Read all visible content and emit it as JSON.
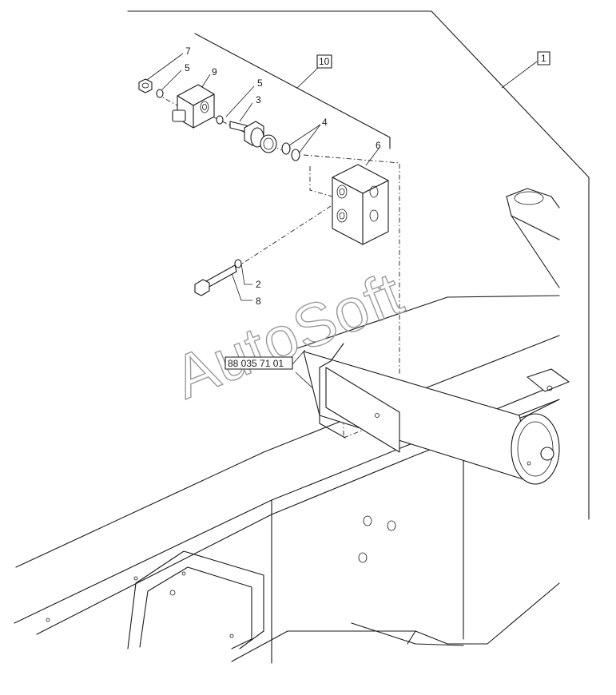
{
  "drawing": {
    "callouts": [
      "7",
      "5",
      "9",
      "5",
      "3",
      "4",
      "6",
      "2",
      "8"
    ],
    "boxed_callouts": [
      "10",
      "1"
    ],
    "reference_code": "88 035 71 01",
    "watermark": "AutoSoft"
  }
}
